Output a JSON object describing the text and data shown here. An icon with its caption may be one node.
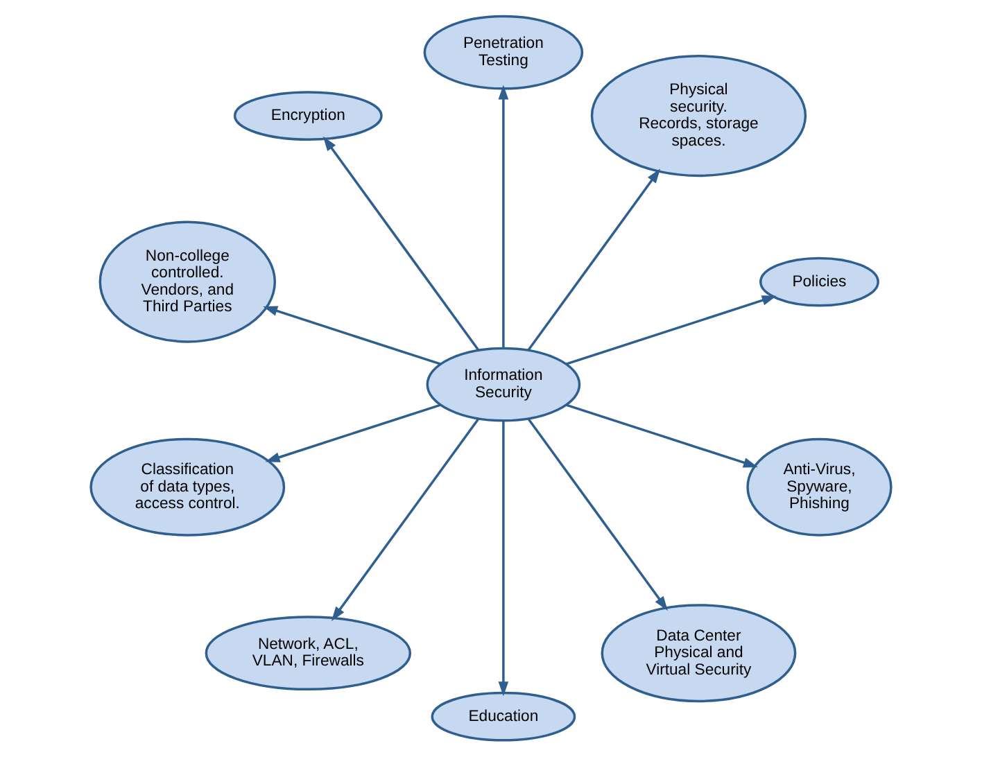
{
  "diagram": {
    "nodes": [
      {
        "text": [
          "Information Security"
        ]
      },
      {
        "text": [
          "Policies"
        ]
      },
      {
        "text": [
          "Physical security. Records, storage spaces."
        ]
      },
      {
        "text": [
          "Penetration Testing"
        ]
      },
      {
        "text": [
          "Encryption"
        ]
      },
      {
        "text": [
          "Non-college controlled. Vendors, and Third Parties"
        ]
      },
      {
        "text": [
          "Classification of data types, access control."
        ]
      },
      {
        "text": [
          "Network, ACL, VLAN, Firewalls"
        ]
      },
      {
        "text": [
          "Education"
        ]
      },
      {
        "text": [
          "Data Center Physical and Virtual Security"
        ]
      },
      {
        "text": [
          "Anti-Virus, Spyware, Phishing"
        ]
      }
    ],
    "edges": [
      {
        "from": 0,
        "to": 1,
        "arrow": "to"
      },
      {
        "from": 0,
        "to": 2,
        "arrow": "to"
      },
      {
        "from": 0,
        "to": 3,
        "arrow": "to"
      },
      {
        "from": 0,
        "to": 4,
        "arrow": "to"
      },
      {
        "from": 0,
        "to": 5,
        "arrow": "to"
      },
      {
        "from": 0,
        "to": 6,
        "arrow": "to"
      },
      {
        "from": 0,
        "to": 7,
        "arrow": "to"
      },
      {
        "from": 0,
        "to": 8,
        "arrow": "to"
      },
      {
        "from": 0,
        "to": 9,
        "arrow": "to"
      },
      {
        "from": 0,
        "to": 10,
        "arrow": "to"
      }
    ]
  }
}
